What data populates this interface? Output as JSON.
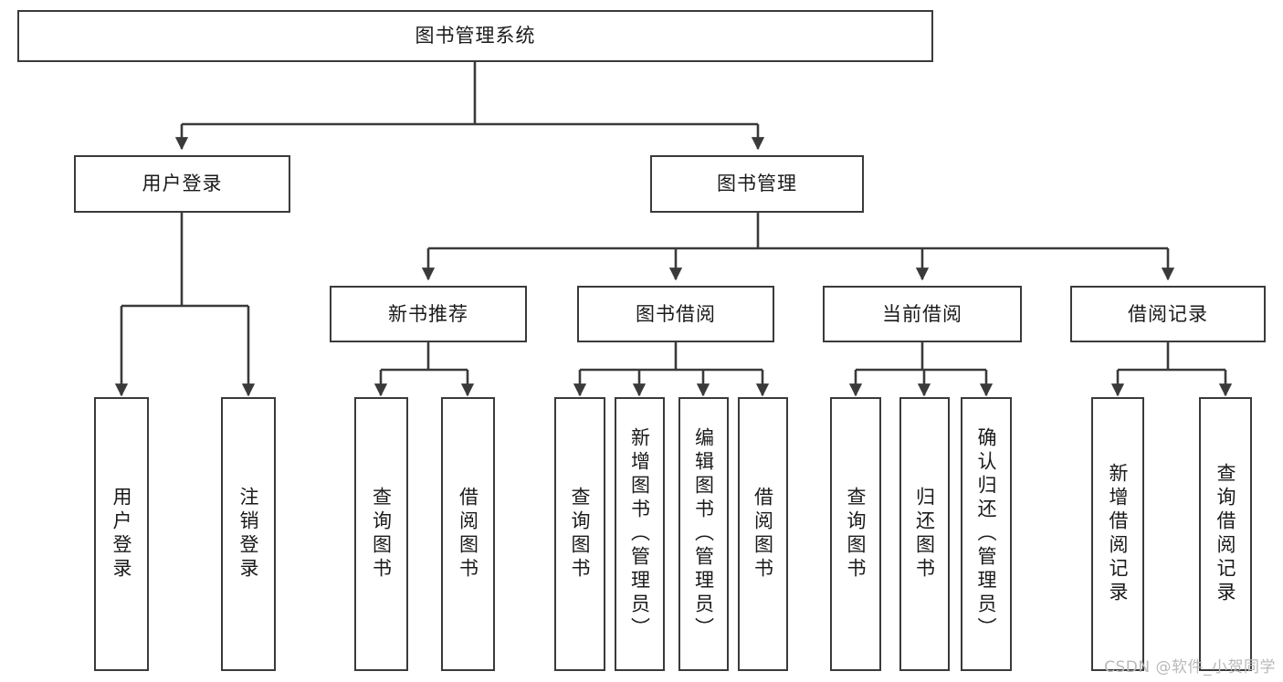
{
  "diagram": {
    "title": "图书管理系统",
    "watermark": "CSDN @软件_小贺同学",
    "line_color": "#3a3a3a",
    "box_fill": "#ffffff",
    "text_color": "#1a1a1a",
    "watermark_color": "#b9b9b9",
    "root": {
      "label": "图书管理系统"
    },
    "level1": [
      {
        "label": "用户登录"
      },
      {
        "label": "图书管理"
      }
    ],
    "level2": [
      {
        "label": "新书推荐"
      },
      {
        "label": "图书借阅"
      },
      {
        "label": "当前借阅"
      },
      {
        "label": "借阅记录"
      }
    ],
    "leaves": {
      "user_login": [
        {
          "label": "用户登录"
        },
        {
          "label": "注销登录"
        }
      ],
      "new_book_recommend": [
        {
          "label": "查询图书"
        },
        {
          "label": "借阅图书"
        }
      ],
      "book_borrow": [
        {
          "label": "查询图书"
        },
        {
          "label": "新增图书（管理员）"
        },
        {
          "label": "编辑图书（管理员）"
        },
        {
          "label": "借阅图书"
        }
      ],
      "current_borrow": [
        {
          "label": "查询图书"
        },
        {
          "label": "归还图书"
        },
        {
          "label": "确认归还（管理员）"
        }
      ],
      "borrow_record": [
        {
          "label": "新增借阅记录"
        },
        {
          "label": "查询借阅记录"
        }
      ]
    }
  }
}
